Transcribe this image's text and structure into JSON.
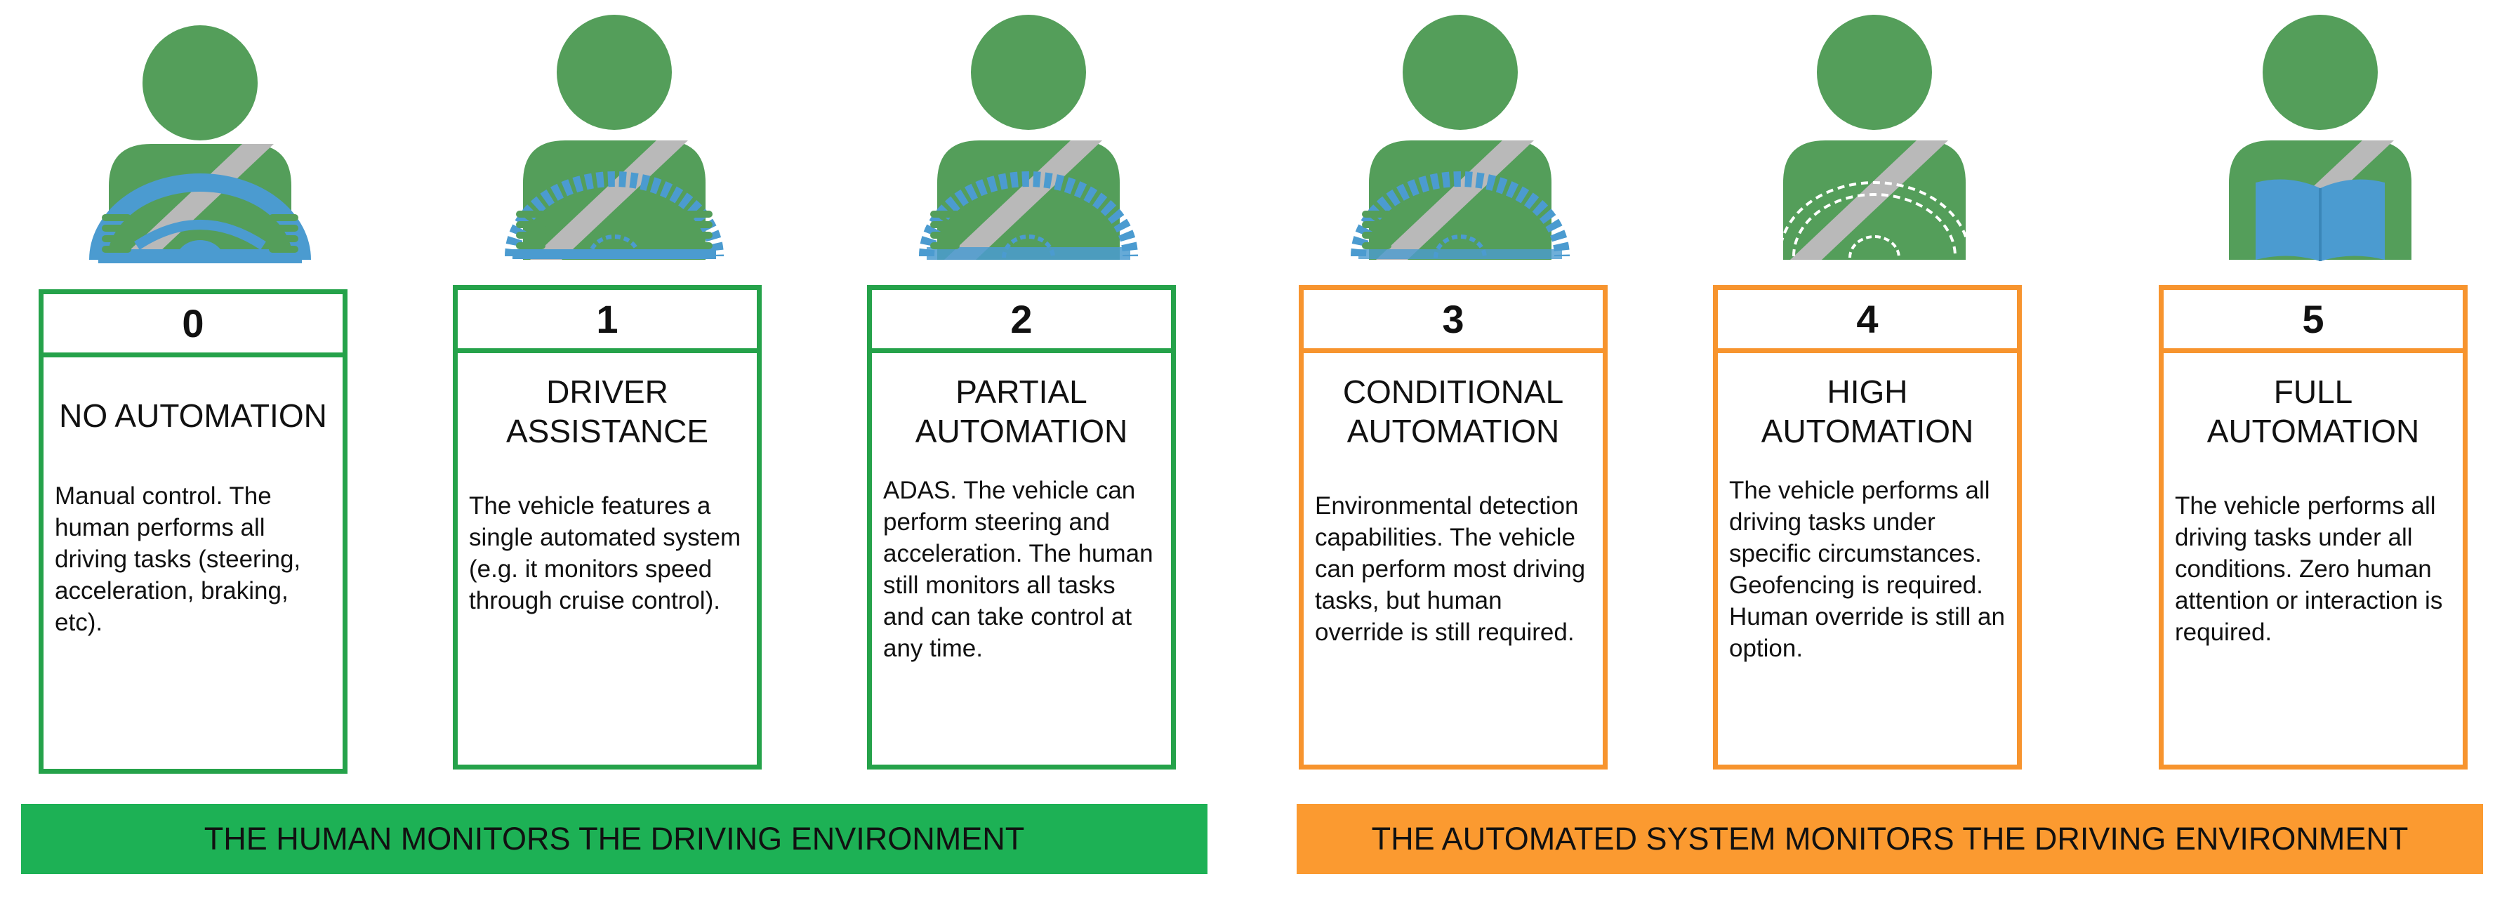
{
  "colors": {
    "human_green": "#25a24a",
    "system_orange": "#f7942e",
    "figure_green": "#549e5a",
    "wheel_blue": "#4b9bd0",
    "belt_grey": "#b9b9b9"
  },
  "levels": [
    {
      "number": "0",
      "title_lines": [
        "NO AUTOMATION"
      ],
      "description": "Manual control. The human performs all driving tasks (steering, acceleration, braking, etc).",
      "icon": "driver-solid-wheel-icon"
    },
    {
      "number": "1",
      "title_lines": [
        "DRIVER",
        "ASSISTANCE"
      ],
      "description": "The vehicle features a single automated system (e.g. it monitors speed through cruise control).",
      "icon": "driver-dashed-wheel-icon"
    },
    {
      "number": "2",
      "title_lines": [
        "PARTIAL",
        "AUTOMATION"
      ],
      "description": "ADAS. The vehicle can perform steering and acceleration. The human still monitors all tasks and can take control at any time.",
      "icon": "driver-dashed-wheel-icon"
    },
    {
      "number": "3",
      "title_lines": [
        "CONDITIONAL",
        "AUTOMATION"
      ],
      "description": "Environmental detection capabilities. The vehicle can perform most driving tasks, but human override is still required.",
      "icon": "driver-dashed-wheel-icon"
    },
    {
      "number": "4",
      "title_lines": [
        "HIGH",
        "AUTOMATION"
      ],
      "description": "The vehicle performs all driving tasks under specific circumstances. Geofencing is required. Human override is still an option.",
      "icon": "driver-ghost-wheel-icon"
    },
    {
      "number": "5",
      "title_lines": [
        "FULL",
        "AUTOMATION"
      ],
      "description": "The vehicle performs all driving tasks under all conditions. Zero human attention or interaction is required.",
      "icon": "reader-book-icon"
    }
  ],
  "bands": {
    "human": "THE HUMAN MONITORS THE DRIVING ENVIRONMENT",
    "system": "THE AUTOMATED SYSTEM MONITORS THE DRIVING ENVIRONMENT"
  }
}
